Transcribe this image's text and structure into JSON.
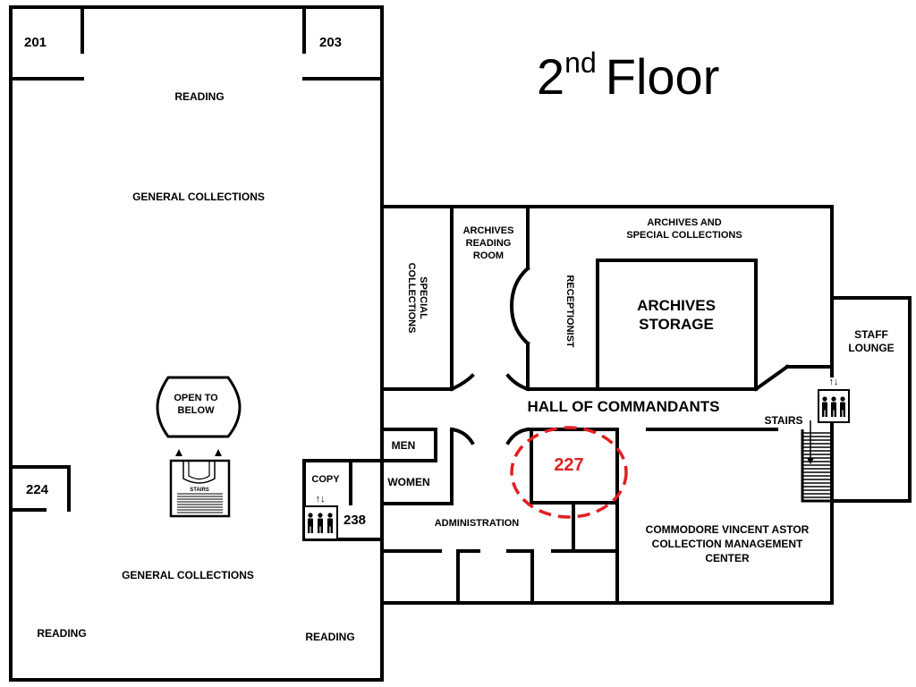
{
  "title": {
    "number": "2",
    "suffix": "nd",
    "word": "Floor"
  },
  "colors": {
    "wall": "#000000",
    "highlight": "#e02020",
    "background": "#ffffff"
  },
  "rooms": {
    "r201": "201",
    "r203": "203",
    "reading_top": "READING",
    "general_top": "GENERAL COLLECTIONS",
    "special_1": "SPECIAL",
    "special_2": "COLLECTIONS",
    "arr_1": "ARCHIVES",
    "arr_2": "READING",
    "arr_3": "ROOM",
    "asc_1": "ARCHIVES AND",
    "asc_2": "SPECIAL COLLECTIONS",
    "receptionist": "RECEPTIONIST",
    "storage_1": "ARCHIVES",
    "storage_2": "STORAGE",
    "staff_1": "STAFF",
    "staff_2": "LOUNGE",
    "open_1": "OPEN TO",
    "open_2": "BELOW",
    "hall": "HALL OF COMMANDANTS",
    "stairs_right": "STAIRS",
    "stairs_left": "STAIRS",
    "men": "MEN",
    "women": "WOMEN",
    "copy": "COPY",
    "r238": "238",
    "r224": "224",
    "admin": "ADMINISTRATION",
    "r227": "227",
    "astor_1": "COMMODORE VINCENT ASTOR",
    "astor_2": "COLLECTION MANAGEMENT",
    "astor_3": "CENTER",
    "general_bottom": "GENERAL COLLECTIONS",
    "reading_bl": "READING",
    "reading_br": "READING"
  },
  "icons": [
    "elevator-icon",
    "stairs-icon",
    "arrow-up-down-icon"
  ]
}
